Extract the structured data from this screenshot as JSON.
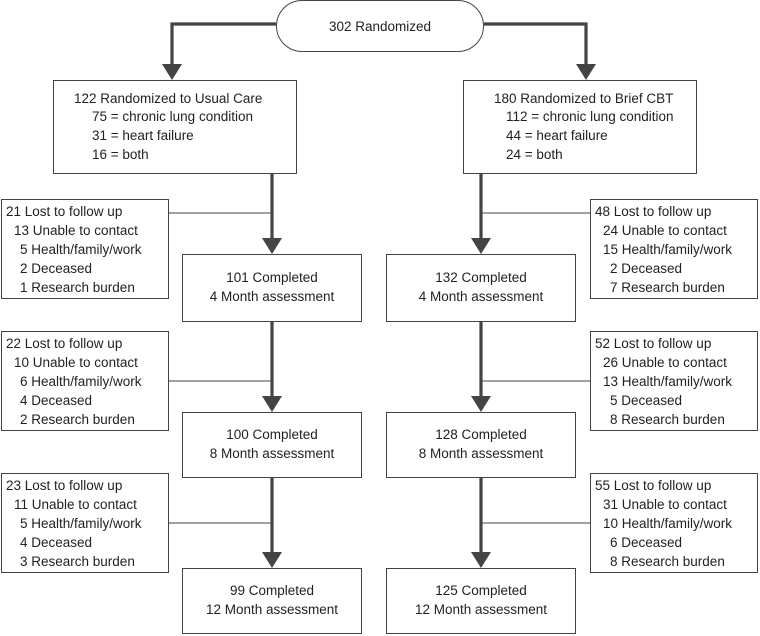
{
  "start": {
    "label": "302 Randomized"
  },
  "arms": [
    {
      "title": "122 Randomized to Usual Care",
      "breakdown": [
        "75 = chronic lung condition",
        "31 = heart failure",
        "16 = both"
      ],
      "completed": [
        {
          "line1": "101 Completed",
          "line2": "4 Month assessment"
        },
        {
          "line1": "100 Completed",
          "line2": "8 Month assessment"
        },
        {
          "line1": "99 Completed",
          "line2": "12 Month assessment"
        }
      ],
      "lost": [
        {
          "total": "21 Lost to follow up",
          "reasons": [
            "13 Unable to contact",
            "5 Health/family/work",
            "2 Deceased",
            "1 Research burden"
          ]
        },
        {
          "total": "22 Lost to follow up",
          "reasons": [
            "10 Unable to contact",
            "6 Health/family/work",
            "4 Deceased",
            "2 Research burden"
          ]
        },
        {
          "total": "23 Lost to follow up",
          "reasons": [
            "11 Unable to contact",
            "5 Health/family/work",
            "4 Deceased",
            "3 Research burden"
          ]
        }
      ]
    },
    {
      "title": "180 Randomized to Brief CBT",
      "breakdown": [
        "112 = chronic lung condition",
        "44 = heart failure",
        "24 = both"
      ],
      "completed": [
        {
          "line1": "132 Completed",
          "line2": "4 Month assessment"
        },
        {
          "line1": "128 Completed",
          "line2": "8 Month assessment"
        },
        {
          "line1": "125 Completed",
          "line2": "12 Month assessment"
        }
      ],
      "lost": [
        {
          "total": "48 Lost to follow up",
          "reasons": [
            "24 Unable to contact",
            "15 Health/family/work",
            "2 Deceased",
            "7 Research burden"
          ]
        },
        {
          "total": "52 Lost to follow up",
          "reasons": [
            "26 Unable to contact",
            "13 Health/family/work",
            "5 Deceased",
            "8 Research burden"
          ]
        },
        {
          "total": "55 Lost to follow up",
          "reasons": [
            "31 Unable to contact",
            "10 Health/family/work",
            "6 Deceased",
            "8 Research burden"
          ]
        }
      ]
    }
  ]
}
